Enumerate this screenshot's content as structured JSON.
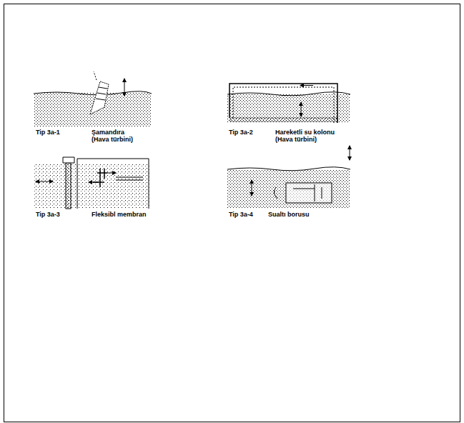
{
  "diagram": {
    "labels": [
      "Tip 3a-1",
      "Şamandıra",
      "(Hava türbini)",
      "Tip 3a-2",
      "Hareketli su kolonu",
      "(Hava türbini)",
      "Tip 3a-3",
      "Fleksibl membran",
      "Tip 3a-4",
      "Sualtı borusu"
    ]
  }
}
